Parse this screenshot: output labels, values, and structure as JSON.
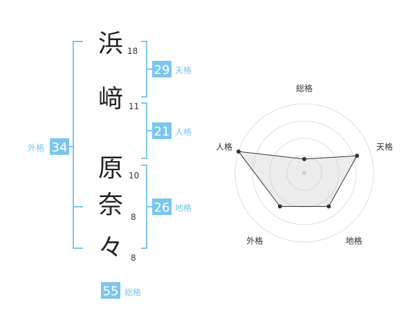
{
  "name": {
    "characters": [
      {
        "char": "浜",
        "strokes": "18"
      },
      {
        "char": "﨑",
        "strokes": "11"
      },
      {
        "char": "原",
        "strokes": "10"
      },
      {
        "char": "奈",
        "strokes": "8"
      },
      {
        "char": "々",
        "strokes": "8"
      }
    ]
  },
  "fortune": {
    "tenkaku": {
      "value": "29",
      "label": "天格"
    },
    "jinkaku": {
      "value": "21",
      "label": "人格"
    },
    "chikaku": {
      "value": "26",
      "label": "地格"
    },
    "gaikaku": {
      "value": "34",
      "label": "外格"
    },
    "soukaku": {
      "value": "55",
      "label": "総格"
    }
  },
  "colors": {
    "accent": "#7cc6ee",
    "text": "#222222",
    "ring": "#dddddd",
    "polygon_fill": "#eeeeee",
    "polygon_stroke": "#333333"
  },
  "chart_data": {
    "type": "radar",
    "axes": [
      "総格",
      "天格",
      "地格",
      "外格",
      "人格"
    ],
    "values": [
      1,
      4,
      3,
      3,
      5
    ],
    "range": [
      0,
      5
    ],
    "rings": 4
  }
}
